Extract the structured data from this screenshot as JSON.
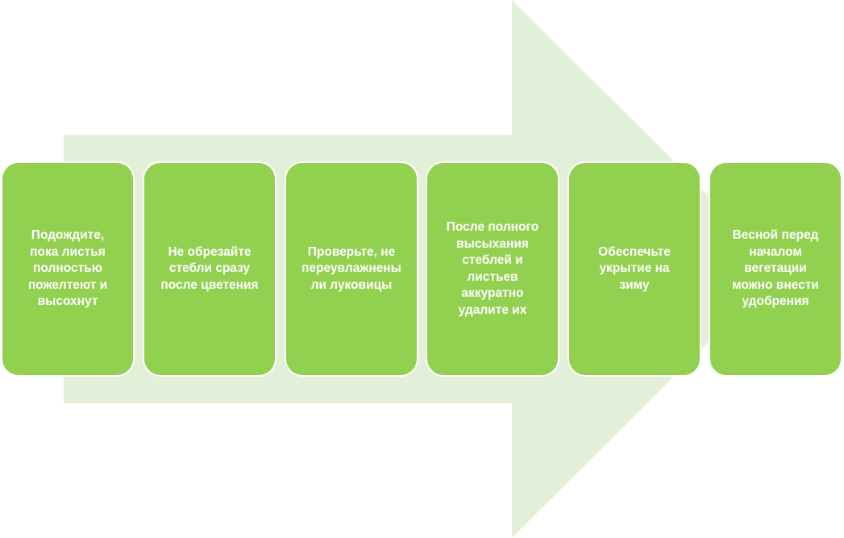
{
  "colors": {
    "arrow": "#e2efd9",
    "box_fill": "#92d050",
    "box_border": "#ffffff",
    "text": "#ffffff"
  },
  "steps": [
    {
      "label": "Подождите, пока листья полностью пожелтеют и высохнут"
    },
    {
      "label": "Не обрезайте стебли сразу после цветения"
    },
    {
      "label": "Проверьте, не переувлажнены ли луковицы"
    },
    {
      "label": "После полного высыхания стеблей и листьев аккуратно удалите их"
    },
    {
      "label": "Обеспечьте укрытие на зиму"
    },
    {
      "label": "Весной перед началом вегетации можно внести удобрения"
    }
  ]
}
